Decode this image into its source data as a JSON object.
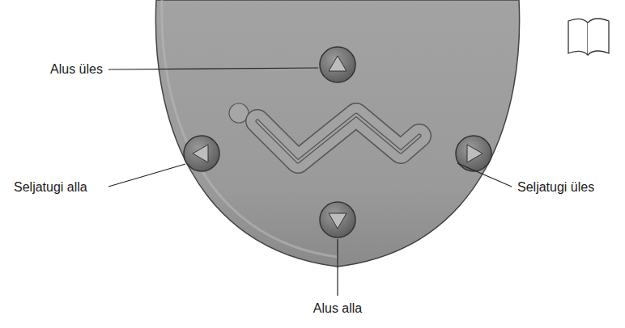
{
  "diagram": {
    "labels": [
      "Alus üles",
      "Seljatugi alla",
      "Seljatugi üles",
      "Alus alla"
    ]
  }
}
